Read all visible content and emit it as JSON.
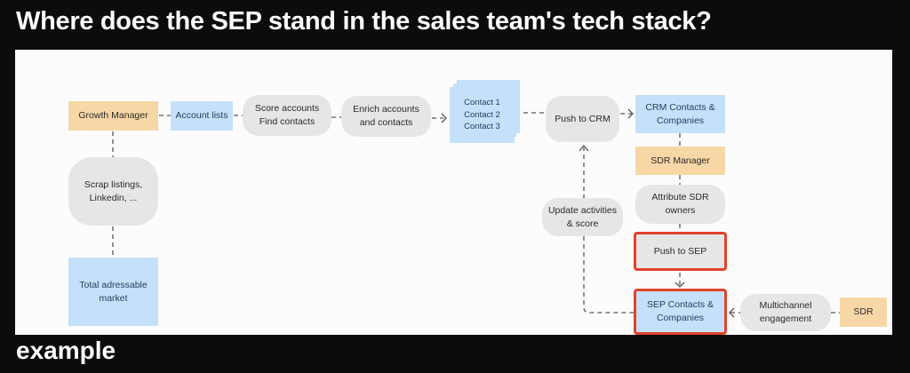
{
  "title": "Where does the SEP stand in the sales team's tech stack?",
  "footer": "example",
  "nodes": {
    "growth_manager": "Growth Manager",
    "account_lists": "Account lists",
    "score_accounts": [
      "Score accounts",
      "Find contacts"
    ],
    "enrich": [
      "Enrich accounts",
      "and contacts"
    ],
    "contacts": [
      "Contact 1",
      "Contact 2",
      "Contact 3"
    ],
    "push_crm": "Push to CRM",
    "crm_contacts": [
      "CRM Contacts &",
      "Companies"
    ],
    "sdr_manager": "SDR Manager",
    "attribute_sdr": [
      "Attribute SDR",
      "owners"
    ],
    "update_activities": [
      "Update activities",
      "& score"
    ],
    "push_sep": "Push to SEP",
    "sep_contacts": [
      "SEP Contacts &",
      "Companies"
    ],
    "multichannel": [
      "Multichannel",
      "engagement"
    ],
    "sdr": "SDR",
    "scrap": [
      "Scrap listings,",
      "Linkedin, ..."
    ],
    "tam": [
      "Total adressable",
      "market"
    ]
  },
  "colors": {
    "highlight": "#e0432b",
    "orange": "#f8d7a6",
    "blue": "#c5e0fa",
    "gray": "#e6e6e7"
  }
}
